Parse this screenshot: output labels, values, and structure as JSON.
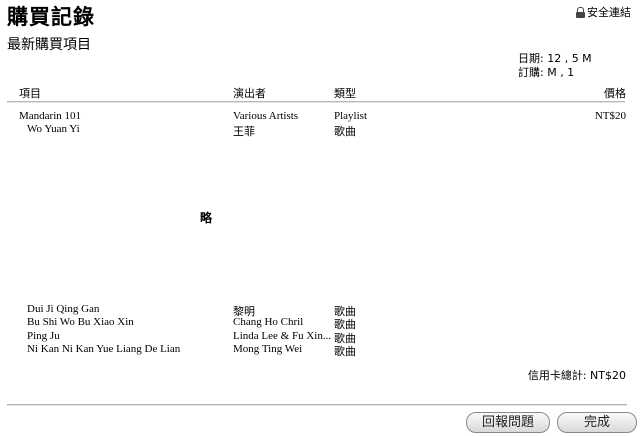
{
  "header": {
    "title": "購買記錄",
    "secure_label": "安全連結",
    "subtitle": "最新購買項目",
    "date_line": "日期: 12         ,   5   M",
    "order_line": "訂購: M        ,        1"
  },
  "columns": {
    "item": "項目",
    "artist": "演出者",
    "type": "類型",
    "price": "價格"
  },
  "rows": [
    {
      "item": "Mandarin 101",
      "artist": "Various Artists",
      "type": "Playlist",
      "price": "NT$20"
    },
    {
      "item": "Wo Yuan Yi",
      "artist": "王菲",
      "type": "歌曲",
      "price": ""
    },
    {
      "item": "Dui Ji Qing Gan",
      "artist": "黎明",
      "type": "歌曲",
      "price": ""
    },
    {
      "item": "Bu Shi Wo Bu Xiao Xin",
      "artist": "Chang Ho Chril",
      "type": "歌曲",
      "price": ""
    },
    {
      "item": "Ping Ju",
      "artist": "Linda Lee & Fu Xin...",
      "type": "歌曲",
      "price": ""
    },
    {
      "item": "Ni Kan Ni Kan Yue Liang De Lian",
      "artist": "Mong Ting Wei",
      "type": "歌曲",
      "price": ""
    }
  ],
  "omitted_label": "略",
  "total": "信用卡總計: NT$20",
  "buttons": {
    "report": "回報問題",
    "done": "完成"
  },
  "icons": {
    "secure": "lock-icon"
  }
}
